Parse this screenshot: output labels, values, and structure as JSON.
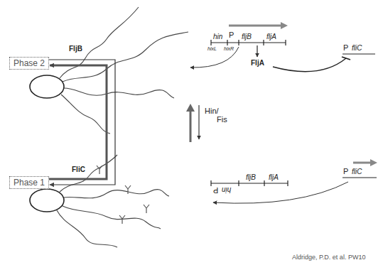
{
  "diagram": {
    "nodes": [
      {
        "text": [
          "Phase 2"
        ]
      },
      {
        "text": [
          "Phase 1"
        ]
      }
    ],
    "edges": [
      {
        "from": 1,
        "to": 0,
        "arrow": "to"
      },
      {
        "from": 0,
        "to": 1,
        "arrow": "to"
      }
    ],
    "labels": [
      "FljB",
      "hin",
      "P",
      "fljB",
      "fljA",
      "hixL",
      "hixR",
      "FljA",
      "P",
      "fliC",
      "Hin/",
      "Fis",
      "FliC",
      "hin",
      "P",
      "fljB",
      "fljA",
      "P",
      "fliC",
      "Aldridge, P.D. et al. PW10"
    ]
  }
}
